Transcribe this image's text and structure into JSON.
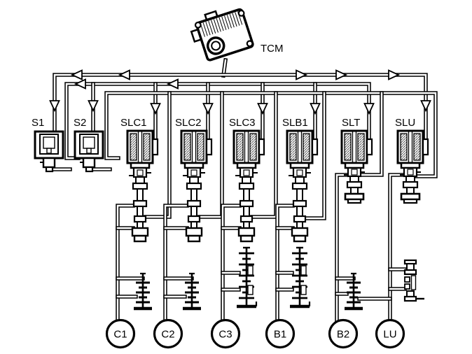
{
  "diagram": {
    "controller": {
      "label": "TCM"
    },
    "solenoids": [
      {
        "label": "S1"
      },
      {
        "label": "S2"
      },
      {
        "label": "SLC1"
      },
      {
        "label": "SLC2"
      },
      {
        "label": "SLC3"
      },
      {
        "label": "SLB1"
      },
      {
        "label": "SLT"
      },
      {
        "label": "SLU"
      }
    ],
    "outputs": [
      {
        "label": "C1"
      },
      {
        "label": "C2"
      },
      {
        "label": "C3"
      },
      {
        "label": "B1"
      },
      {
        "label": "B2"
      },
      {
        "label": "LU"
      }
    ],
    "colors": {
      "line": "#000000",
      "background": "#ffffff",
      "coil_hatch": "#555555"
    }
  }
}
